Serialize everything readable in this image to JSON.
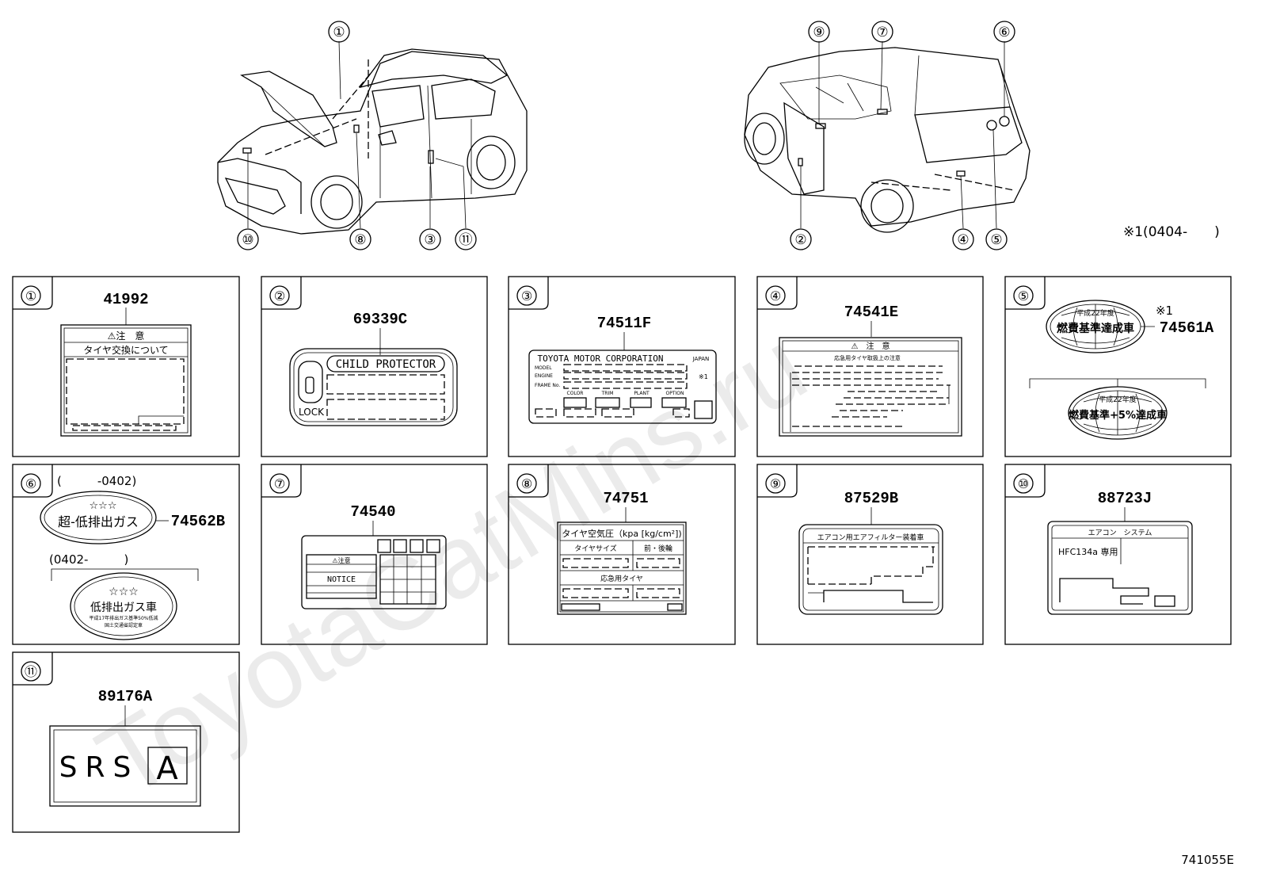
{
  "watermark": "ToyotaCatMins.ru",
  "diagram_id": "741055E",
  "date_note": "※1(0404-　　)",
  "callouts": {
    "car_front": [
      "①",
      "⑩",
      "⑧",
      "③",
      "⑪"
    ],
    "car_rear": [
      "⑨",
      "⑦",
      "⑥",
      "②",
      "④",
      "⑤"
    ]
  },
  "panels": {
    "p1": {
      "num": "①",
      "part": "41992",
      "label_title": "⚠注　意",
      "label_sub": "タイヤ交換について"
    },
    "p2": {
      "num": "②",
      "part": "69339C",
      "label_title": "CHILD PROTECTOR",
      "label_lock": "LOCK"
    },
    "p3": {
      "num": "③",
      "part": "74511F",
      "label_title": "TOYOTA MOTOR CORPORATION",
      "label_japan": "JAPAN",
      "row_model": "MODEL",
      "row_engine": "ENGINE",
      "row_frame": "FRAME No.",
      "mark": "※1",
      "col_color": "COLOR",
      "col_trim": "TRIM",
      "col_plant": "PLANT",
      "col_option": "OPTION"
    },
    "p4": {
      "num": "④",
      "part": "74541E",
      "label_title": "⚠　注　意",
      "label_sub": "応急用タイヤ取扱上の注意"
    },
    "p5": {
      "num": "⑤",
      "part": "74561A",
      "mark": "※1",
      "seal1_top": "平成22年度",
      "seal1_main": "燃費基準達成車",
      "seal2_top": "平成22年度",
      "seal2_main": "燃費基準+5%達成車"
    },
    "p6": {
      "num": "⑥",
      "part": "74562B",
      "range1": "(　　　-0402)",
      "range2": "(0402-　　　)",
      "stars": "☆☆☆",
      "seal1_main": "超-低排出ガス",
      "seal2_main": "低排出ガス車",
      "seal2_small1": "平成17年排出ガス基準50%低減",
      "seal2_small2": "国土交通省認定車"
    },
    "p7": {
      "num": "⑦",
      "part": "74540",
      "label_title": "⚠注意",
      "label_notice": "NOTICE"
    },
    "p8": {
      "num": "⑧",
      "part": "74751",
      "label_title": "タイヤ空気圧（kpa [kg/cm²])",
      "col_size": "タイヤサイズ",
      "col_pos": "前・後輪",
      "row_spare": "応急用タイヤ"
    },
    "p9": {
      "num": "⑨",
      "part": "87529B",
      "label_title": "エアコン用エアフィルター装着車"
    },
    "p10": {
      "num": "⑩",
      "part": "88723J",
      "label_title": "エアコン　システム",
      "label_gas": "HFC134a 専用"
    },
    "p11": {
      "num": "⑪",
      "part": "89176A",
      "label_text": "SRS",
      "label_box": "A"
    }
  }
}
